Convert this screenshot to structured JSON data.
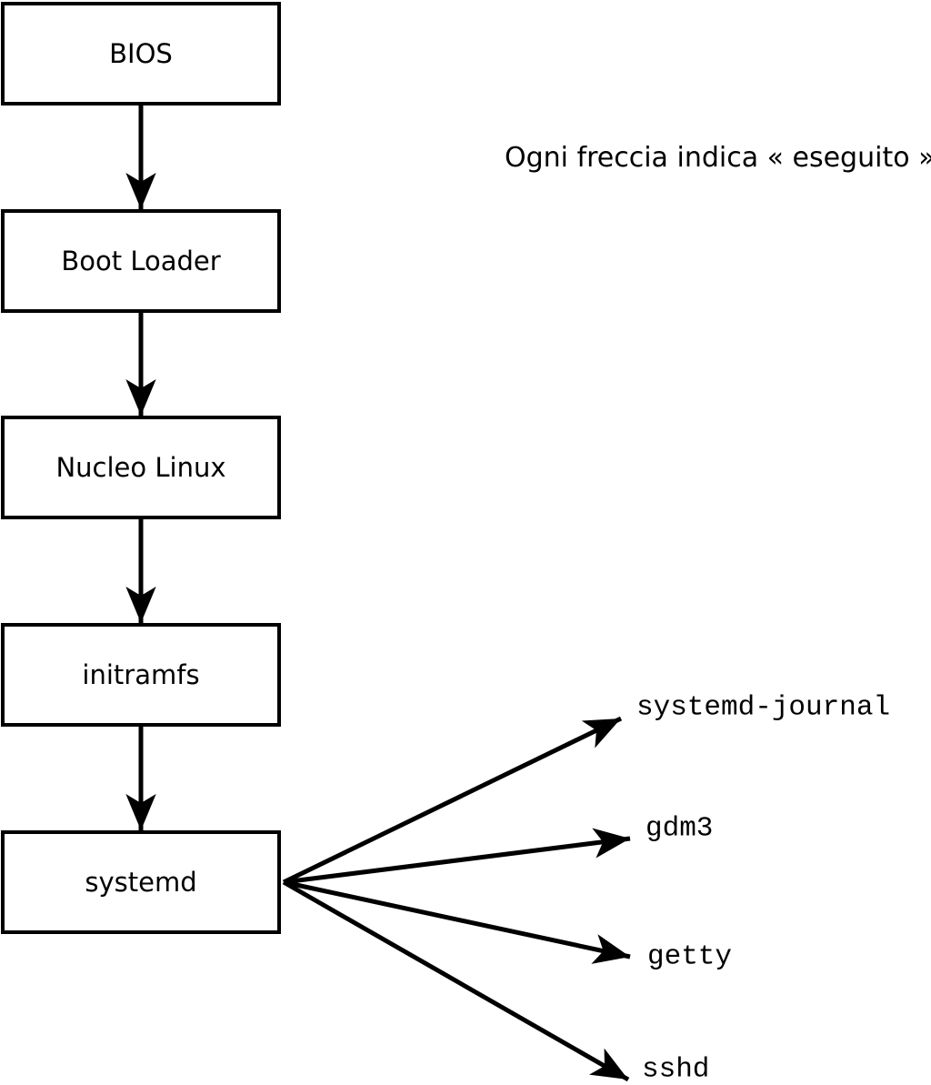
{
  "caption": "Ogni freccia indica « eseguito ».",
  "boxes": {
    "bios": {
      "label": "BIOS"
    },
    "bootloader": {
      "label": "Boot Loader"
    },
    "kernel": {
      "label": "Nucleo Linux"
    },
    "initramfs": {
      "label": "initramfs"
    },
    "systemd": {
      "label": "systemd"
    }
  },
  "services": {
    "journal": {
      "label": "systemd-journal"
    },
    "gdm3": {
      "label": "gdm3"
    },
    "getty": {
      "label": "getty"
    },
    "sshd": {
      "label": "sshd"
    }
  },
  "colors": {
    "line": "#000000",
    "box_border": "#000000",
    "box_fill": "#ffffff",
    "text": "#000000",
    "background": "#ffffff"
  }
}
